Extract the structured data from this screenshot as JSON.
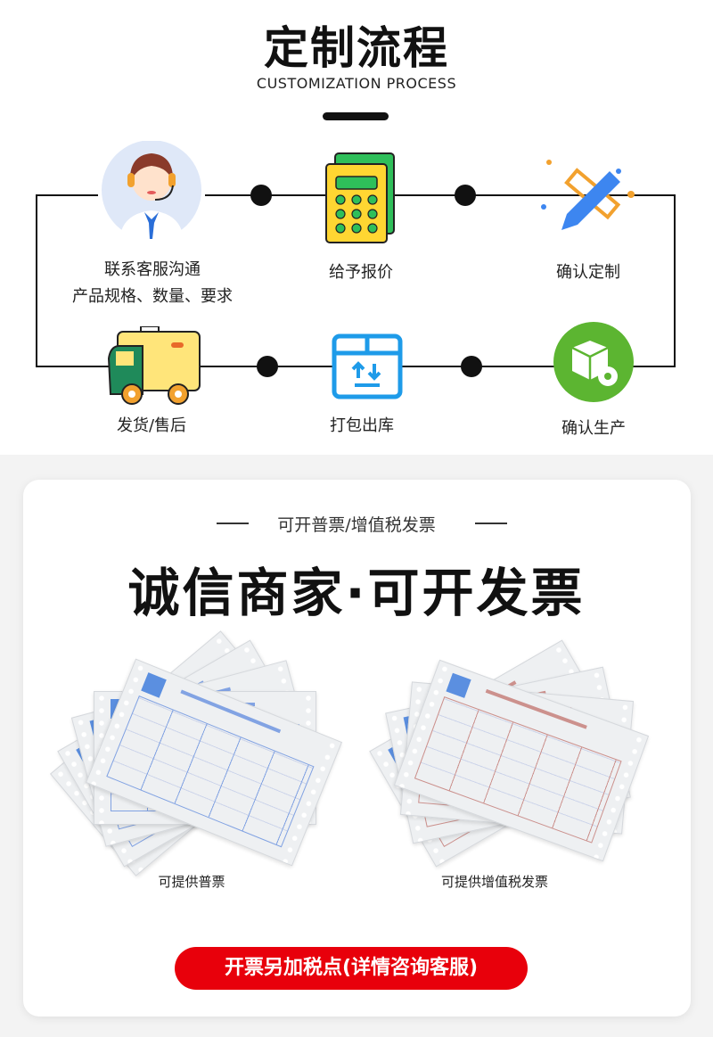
{
  "header": {
    "title": "定制流程",
    "subtitle": "CUSTOMIZATION PROCESS"
  },
  "process": {
    "steps": [
      {
        "label": "联系客服沟通",
        "label2": "产品规格、数量、要求",
        "icon": "customer-service-icon"
      },
      {
        "label": "给予报价",
        "icon": "calculator-icon"
      },
      {
        "label": "确认定制",
        "icon": "pencil-ruler-icon"
      },
      {
        "label": "确认生产",
        "icon": "production-box-gear-icon"
      },
      {
        "label": "打包出库",
        "icon": "package-box-icon"
      },
      {
        "label": "发货/售后",
        "icon": "delivery-truck-icon"
      }
    ]
  },
  "invoice": {
    "kicker": "可开普票/增值税发票",
    "headline": "诚信商家·可开发票",
    "items": [
      {
        "caption": "可提供普票",
        "color": "#3a6fd8"
      },
      {
        "caption": "可提供增值税发票",
        "color": "#b5524a"
      }
    ],
    "button": "开票另加税点(详情咨询客服)"
  },
  "colors": {
    "accent_red": "#e8000b",
    "green": "#5cb531",
    "blue": "#1e9be9"
  }
}
